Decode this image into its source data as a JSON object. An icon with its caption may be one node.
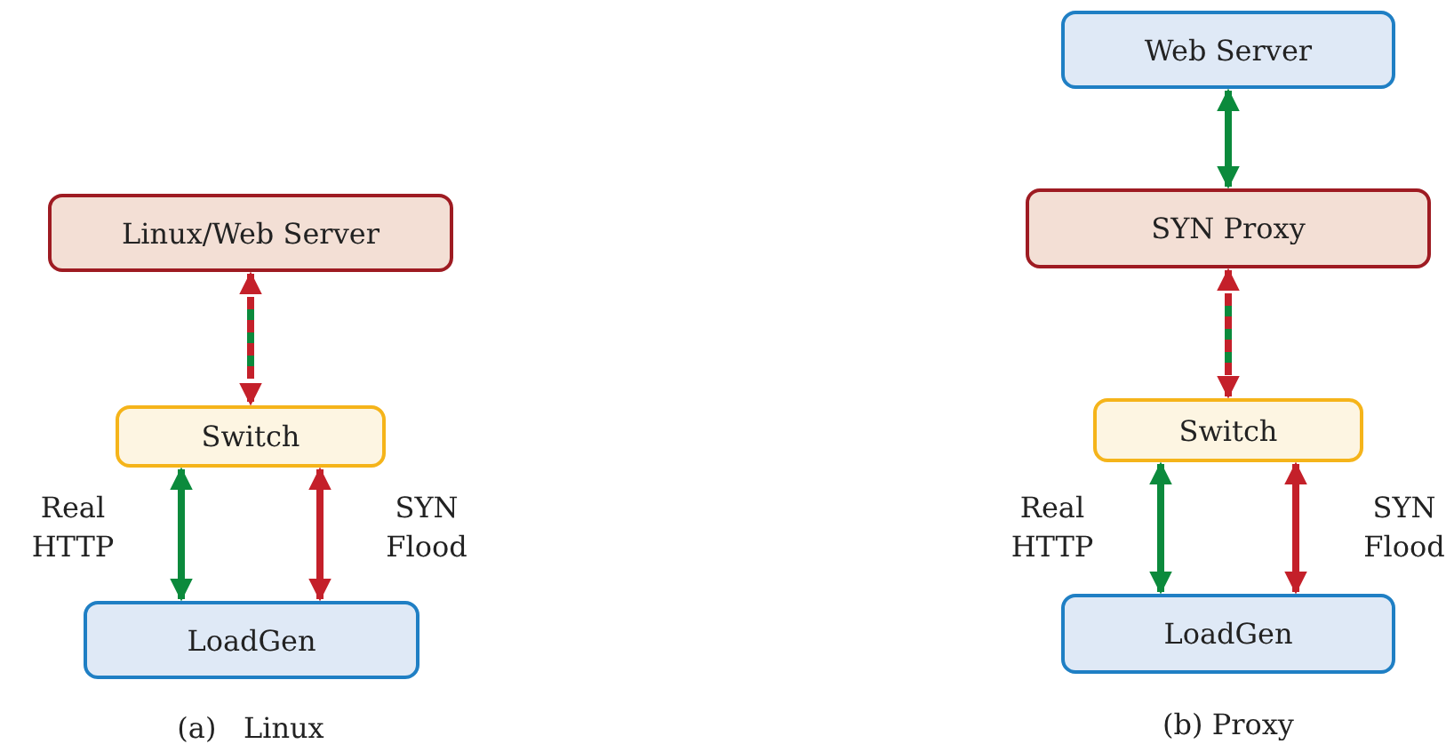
{
  "diagram": {
    "nodes": [
      {
        "text": [
          "Linux/Web Server"
        ]
      },
      {
        "text": [
          "Switch"
        ]
      },
      {
        "text": [
          "LoadGen"
        ]
      },
      {
        "text": [
          "Web Server"
        ]
      },
      {
        "text": [
          "SYN Proxy"
        ]
      },
      {
        "text": [
          "Switch"
        ]
      },
      {
        "text": [
          "LoadGen"
        ]
      }
    ],
    "edges": [
      {
        "from": 0,
        "to": 1,
        "arrow": "both",
        "style": "dashed",
        "color": "#c4202a"
      },
      {
        "from": 1,
        "to": 2,
        "arrow": "both",
        "label": "Real HTTP",
        "color": "#0b8a3c"
      },
      {
        "from": 1,
        "to": 2,
        "arrow": "both",
        "label": "SYN Flood",
        "color": "#c4202a"
      },
      {
        "from": 3,
        "to": 4,
        "arrow": "both",
        "color": "#0b8a3c"
      },
      {
        "from": 4,
        "to": 5,
        "arrow": "both",
        "style": "dashed",
        "color": "#c4202a"
      },
      {
        "from": 5,
        "to": 6,
        "arrow": "both",
        "label": "Real HTTP",
        "color": "#0b8a3c"
      },
      {
        "from": 5,
        "to": 6,
        "arrow": "both",
        "label": "SYN Flood",
        "color": "#c4202a"
      }
    ],
    "labels": [
      "(a)   Linux",
      "(b) Proxy"
    ]
  }
}
